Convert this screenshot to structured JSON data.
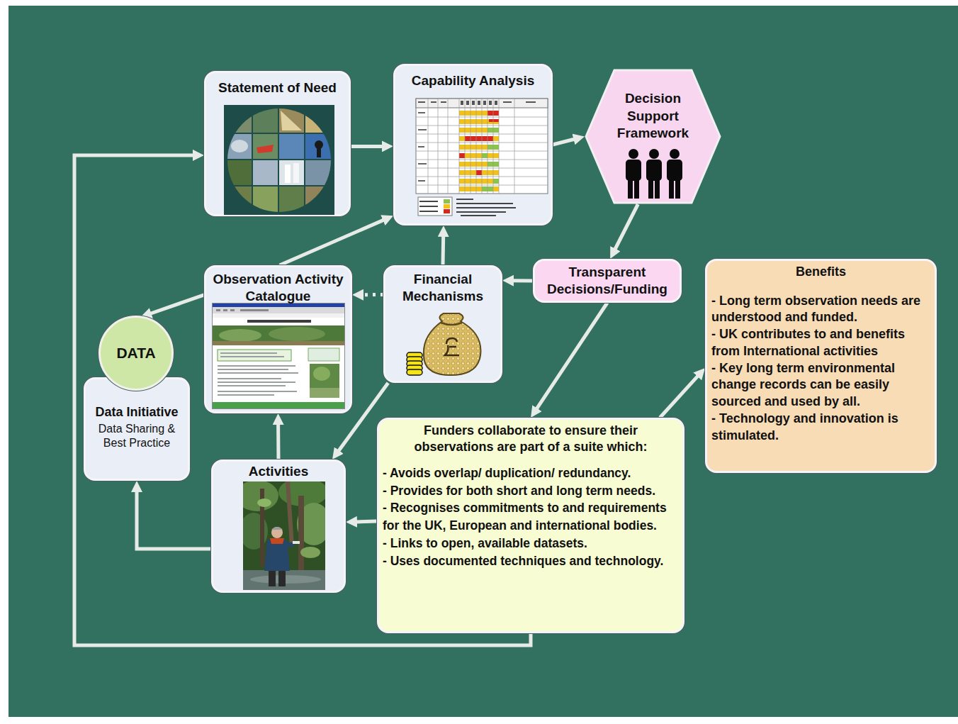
{
  "diagram": {
    "nodes": [
      {
        "text": [
          "Statement of Need"
        ]
      },
      {
        "text": [
          "Capability Analysis"
        ]
      },
      {
        "text": [
          "Decision Support Framework"
        ]
      },
      {
        "text": [
          "Observation Activity Catalogue"
        ]
      },
      {
        "text": [
          "Financial Mechanisms"
        ]
      },
      {
        "text": [
          "Transparent Decisions/Funding"
        ]
      },
      {
        "text": [
          "Benefits",
          "- Long term observation needs are understood and funded.",
          "- UK contributes to and benefits from International activities",
          "- Key long term environmental change records can be easily sourced and used by all.",
          "- Technology and innovation is stimulated."
        ]
      },
      {
        "text": [
          "DATA"
        ]
      },
      {
        "text": [
          "Data Initiative",
          "Data Sharing & Best Practice"
        ]
      },
      {
        "text": [
          "Activities"
        ]
      },
      {
        "text": [
          "Funders collaborate to ensure their observations are part of a suite which:",
          "- Avoids overlap/ duplication/ redundancy.",
          "- Provides for both short and long term needs.",
          "- Recognises commitments to and requirements for the UK, European and international bodies.",
          "- Links to open, available datasets.",
          "- Uses documented techniques and technology."
        ]
      }
    ],
    "edges": [
      {
        "from": 0,
        "to": 1,
        "arrow": "to"
      },
      {
        "from": 1,
        "to": 2,
        "arrow": "to"
      },
      {
        "from": 2,
        "to": 5,
        "arrow": "to"
      },
      {
        "from": 5,
        "to": 4,
        "arrow": "to"
      },
      {
        "from": 5,
        "to": 10,
        "arrow": "to"
      },
      {
        "from": 4,
        "to": 1,
        "arrow": "to"
      },
      {
        "from": 3,
        "to": 1,
        "arrow": "to"
      },
      {
        "from": 4,
        "to": 3,
        "arrow": "to"
      },
      {
        "from": 4,
        "to": 9,
        "arrow": "to"
      },
      {
        "from": 10,
        "to": 9,
        "arrow": "to"
      },
      {
        "from": 10,
        "to": 6,
        "arrow": "to"
      },
      {
        "from": 9,
        "to": 3,
        "arrow": "to"
      },
      {
        "from": 9,
        "to": 8,
        "arrow": "to"
      },
      {
        "from": 3,
        "to": 7,
        "arrow": "to"
      },
      {
        "from": 10,
        "to": 0,
        "arrow": "to"
      }
    ]
  }
}
